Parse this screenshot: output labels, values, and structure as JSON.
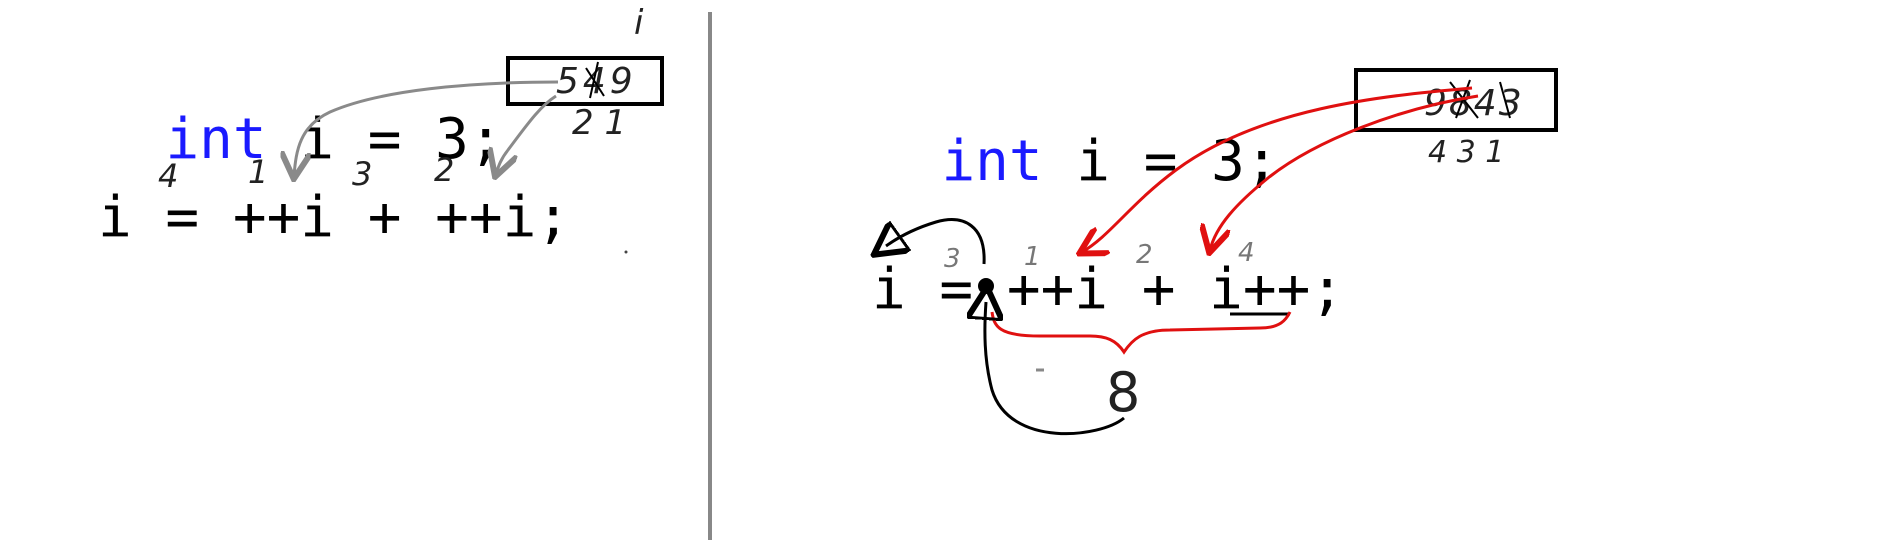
{
  "left": {
    "declaration": {
      "keyword": "int",
      "rest": " i = 3;"
    },
    "expression": "i = ++i + ++i;",
    "memory_box": {
      "variable_label": "i",
      "box_text": "549",
      "below_text": "2 1"
    },
    "order_numbers": [
      "4",
      "1",
      "3",
      "2"
    ]
  },
  "right": {
    "declaration": {
      "keyword": "int",
      "rest": " i = 3;"
    },
    "expression": "i = ++i + i++;",
    "memory_box": {
      "box_text": "9843",
      "below_text": "4 3 1"
    },
    "order_numbers": [
      "3",
      "1",
      "2",
      "4"
    ],
    "result_value": "8"
  },
  "colors": {
    "keyword": "#1a1aff",
    "arrow_gray": "#8a8a8a",
    "arrow_red": "#e01010",
    "ink": "#000000"
  }
}
